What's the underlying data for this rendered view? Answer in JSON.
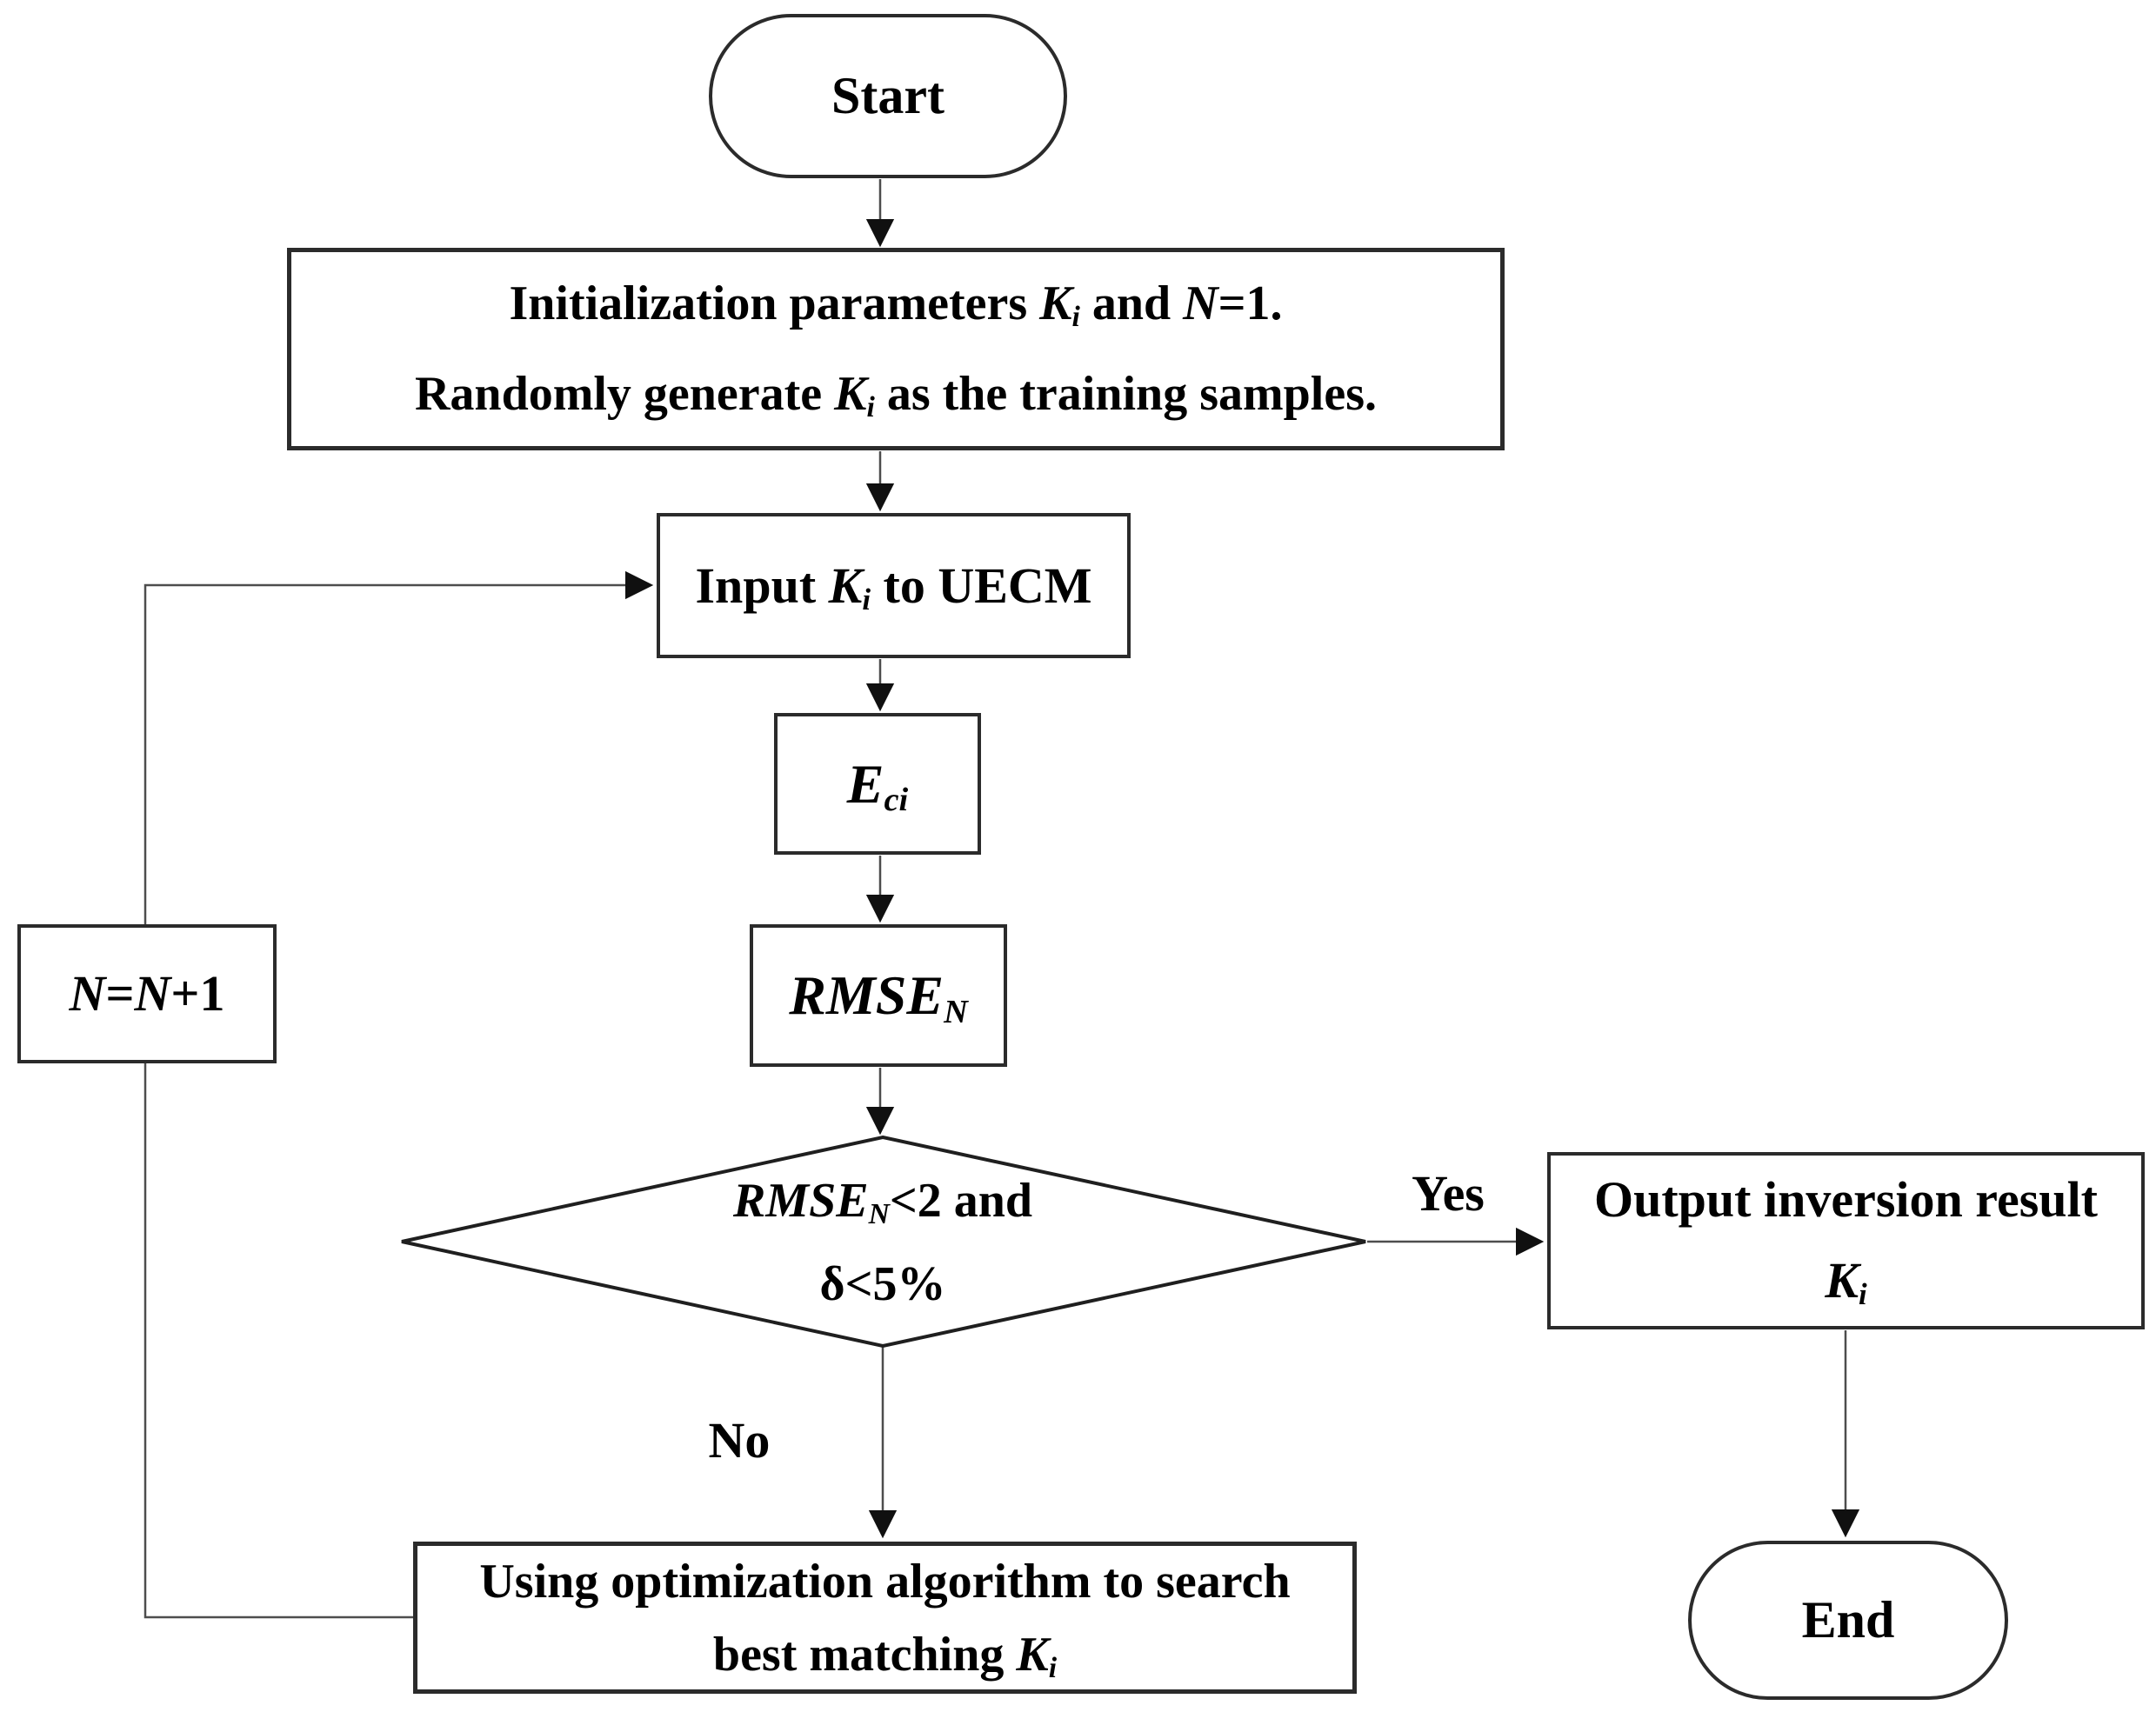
{
  "colors": {
    "background": "#ffffff",
    "box_border": "#2b2b2b",
    "connector_line": "#4d4d4d",
    "arrowhead": "#101010",
    "text": "#000000"
  },
  "nodes": {
    "start": {
      "label": "Start"
    },
    "init": {
      "l1_pre": "Initialization parameters ",
      "l1_var_k": "K",
      "l1_sub_i": "i",
      "l1_mid": " and ",
      "l1_var_n": "N",
      "l1_post": "=1.",
      "l2_pre": "Randomly generate ",
      "l2_var_k": "K",
      "l2_sub_i": "i",
      "l2_post": " as the training samples."
    },
    "input_uecm": {
      "pre": "Input ",
      "var_k": "K",
      "sub_i": "i",
      "post": " to UECM"
    },
    "eci": {
      "base": "E",
      "sub": "ci"
    },
    "rmse": {
      "base": "RMSE",
      "sub": "N"
    },
    "decision": {
      "l1_base": "RMSE",
      "l1_sub": "N",
      "l1_post": "<2 and",
      "l2": "δ<5%"
    },
    "output": {
      "l1": "Output inversion result",
      "var_k": "K",
      "sub_i": "i"
    },
    "optimization": {
      "l1": "Using optimization algorithm to search",
      "l2_pre": "best matching ",
      "l2_var_k": "K",
      "l2_sub_i": "i"
    },
    "counter": {
      "var_n1": "N",
      "eq": "=",
      "var_n2": "N",
      "post": "+1"
    },
    "end": {
      "label": "End"
    }
  },
  "edge_labels": {
    "yes": "Yes",
    "no": "No"
  }
}
